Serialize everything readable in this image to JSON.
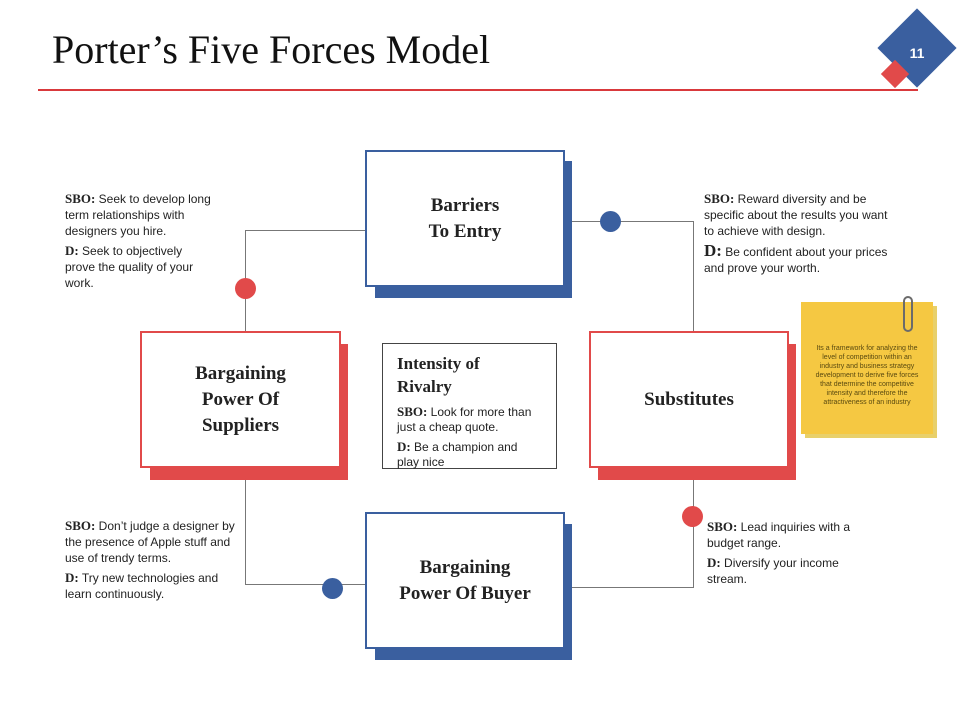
{
  "header": {
    "title": "Porter’s Five Forces Model",
    "slide_number": "11"
  },
  "boxes": {
    "barriers": "Barriers\nTo Entry",
    "suppliers": "Bargaining\nPower Of\nSuppliers",
    "substitutes": "Substitutes",
    "buyer": "Bargaining\nPower Of Buyer"
  },
  "center": {
    "title": "Intensity of\nRivalry",
    "sbo_label": "SBO:",
    "sbo_text": " Look for more than just a cheap quote.",
    "d_label": "D:",
    "d_text": " Be a champion and play nice"
  },
  "notes": {
    "top_left": {
      "sbo_label": "SBO:",
      "sbo_text": " Seek to develop long term relationships with designers you hire.",
      "d_label": "D:",
      "d_text": " Seek to objectively prove the quality of your work."
    },
    "top_right": {
      "sbo_label": "SBO:",
      "sbo_text": " Reward diversity and be specific about the results you want to achieve with design.",
      "d_label": "D:",
      "d_text": " Be confident about your prices and prove your worth."
    },
    "bottom_left": {
      "sbo_label": "SBO:",
      "sbo_text": " Don’t judge a designer by the presence of Apple stuff and use of trendy terms.",
      "d_label": "D:",
      "d_text": " Try new technologies and learn continuously."
    },
    "bottom_right": {
      "sbo_label": "SBO:",
      "sbo_text": " Lead inquiries with a budget range.",
      "d_label": "D:",
      "d_text": " Diversify your income stream."
    }
  },
  "sticky_note": {
    "text": "Its a framework for analyzing the level of competition within an industry and business strategy development to derive five forces that determine the competitive intensity and therefore the attractiveness of an industry"
  },
  "colors": {
    "blue": "#3a5f9f",
    "red": "#e14a4a",
    "sticky": "#f5c842"
  }
}
